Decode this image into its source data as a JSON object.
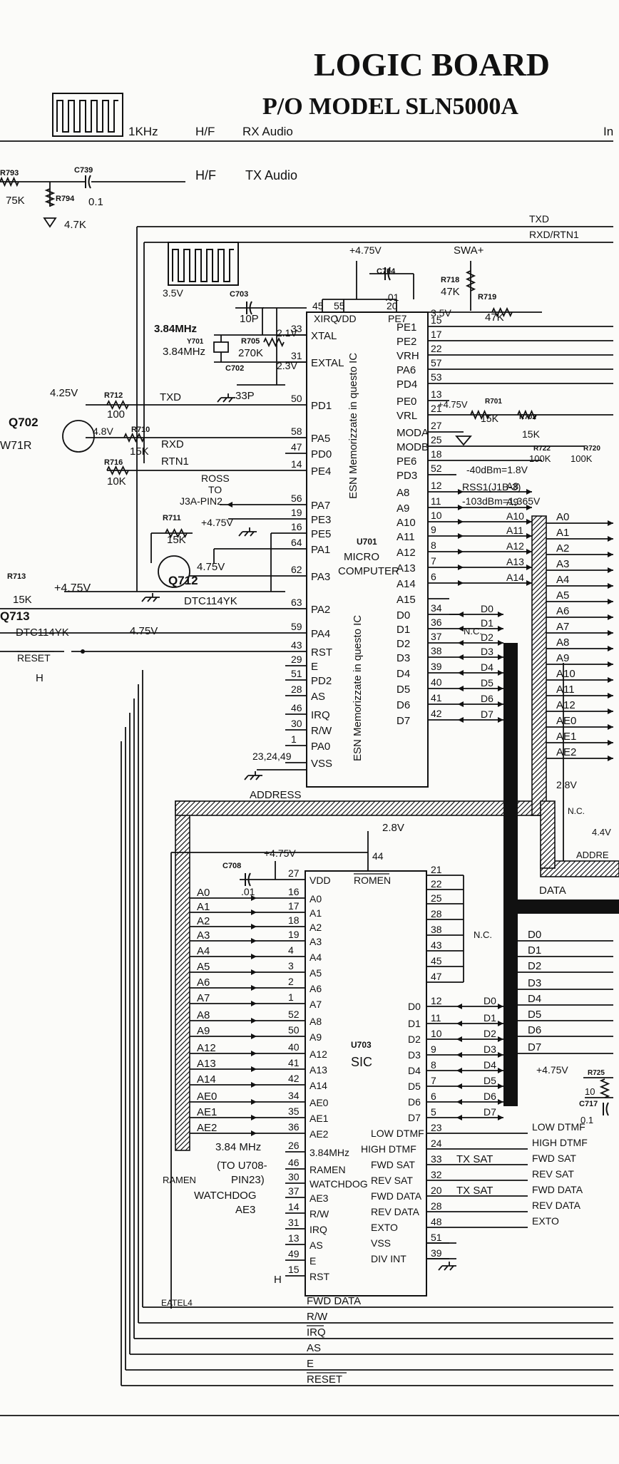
{
  "header": {
    "title": "LOGIC BOARD",
    "subtitle": "P/O MODEL SLN5000A",
    "edge": "In"
  },
  "top": {
    "freq": "1KHz",
    "hf1": "H/F",
    "rx": "RX Audio",
    "hf2": "H/F",
    "tx": "TX Audio",
    "txd": "TXD",
    "rxd": "RXD/RTN1"
  },
  "left": {
    "r793": "R793",
    "r793v": "75K",
    "c739": "C739",
    "c739v": "0.1",
    "r794": "R794",
    "r794v": "4.7K",
    "v425": "4.25V",
    "r712": "R712",
    "r712v": "100",
    "q702": "Q702",
    "q702t": "W71R",
    "v48": "4.8V",
    "r710": "R710",
    "r710v": "15K",
    "r716": "R716",
    "r716v": "10K",
    "r713": "R713",
    "r713v": "15K",
    "v475": "+4.75V",
    "q713": "Q713",
    "q713t": "DTC114YK",
    "q713v": "4.75V",
    "reset": "RESET",
    "h": "H"
  },
  "osc": {
    "v35": "3.5V",
    "c703": "C703",
    "c703v": "10P",
    "xtal1": "3.84MHz",
    "y701": "Y701",
    "xtal2": "3.84MHz",
    "r705": "R705",
    "r705v": "270K",
    "c702": "C702",
    "c702v": "33P",
    "v21": "2.1V",
    "v23": "2.3V"
  },
  "micro": {
    "label": "U701",
    "name1": "MICRO",
    "name2": "COMPUTER",
    "note_top": "ESN Memorizzate in questo IC",
    "note_bot": "ESN Memorizzate in questo IC",
    "supply": "+4.75V",
    "c704": "C704",
    "c704v": ".01",
    "swa": "SWA+",
    "r718": "R718",
    "r718v": "47K",
    "r719": "R719",
    "r719v": "47K",
    "v35b": "3.5V",
    "left_pins": [
      {
        "n": "33",
        "s": "XTAL"
      },
      {
        "n": "31",
        "s": "EXTAL"
      },
      {
        "n": "50",
        "s": "PD1"
      },
      {
        "n": "58",
        "s": "PA5"
      },
      {
        "n": "47",
        "s": "PD0"
      },
      {
        "n": "14",
        "s": "PE4"
      },
      {
        "n": "56",
        "s": "PA7"
      },
      {
        "n": "19",
        "s": "PE3"
      },
      {
        "n": "16",
        "s": "PE5"
      },
      {
        "n": "64",
        "s": "PA1"
      },
      {
        "n": "62",
        "s": "PA3"
      },
      {
        "n": "63",
        "s": "PA2"
      },
      {
        "n": "59",
        "s": "PA4"
      },
      {
        "n": "43",
        "s": "RST"
      },
      {
        "n": "29",
        "s": "E"
      },
      {
        "n": "51",
        "s": "PD2"
      },
      {
        "n": "28",
        "s": "AS"
      },
      {
        "n": "46",
        "s": "IRQ"
      },
      {
        "n": "30",
        "s": "R/W"
      },
      {
        "n": "1",
        "s": "PA0"
      },
      {
        "n": "23,24,49",
        "s": "VSS"
      }
    ],
    "top_pins": [
      {
        "n": "45",
        "s": "XIRQ"
      },
      {
        "n": "55",
        "s": "VDD"
      },
      {
        "n": "20",
        "s": "PE7"
      }
    ],
    "right_pins": [
      {
        "n": "15",
        "s": "PE1"
      },
      {
        "n": "17",
        "s": "PE2"
      },
      {
        "n": "22",
        "s": "VRH"
      },
      {
        "n": "57",
        "s": "PA6"
      },
      {
        "n": "53",
        "s": "PD4"
      },
      {
        "n": "13",
        "s": "PE0"
      },
      {
        "n": "21",
        "s": "VRL"
      },
      {
        "n": "27",
        "s": "MODA"
      },
      {
        "n": "25",
        "s": "MODB"
      },
      {
        "n": "18",
        "s": "PE6"
      },
      {
        "n": "52",
        "s": "PD3"
      },
      {
        "n": "12",
        "s": "A8"
      },
      {
        "n": "11",
        "s": "A9"
      },
      {
        "n": "10",
        "s": "A10"
      },
      {
        "n": "9",
        "s": "A11"
      },
      {
        "n": "8",
        "s": "A12"
      },
      {
        "n": "7",
        "s": "A13"
      },
      {
        "n": "6",
        "s": "A14"
      },
      {
        "n": "",
        "s": "A15"
      },
      {
        "n": "34",
        "s": "D0"
      },
      {
        "n": "36",
        "s": "D1"
      },
      {
        "n": "37",
        "s": "D2"
      },
      {
        "n": "38",
        "s": "D3"
      },
      {
        "n": "39",
        "s": "D4"
      },
      {
        "n": "40",
        "s": "D5"
      },
      {
        "n": "41",
        "s": "D6"
      },
      {
        "n": "42",
        "s": "D7"
      }
    ],
    "pd1_label": "TXD",
    "rxd_label": "RXD",
    "rtn_label": "RTN1",
    "ross": "ROSS",
    "ross_to": "TO",
    "ross_dst": "J3A-PIN2",
    "r711": "R711",
    "r711v": "15K",
    "r711s": "+4.75V",
    "q712": "Q712",
    "q712t": "DTC114YK",
    "q712v": "4.75V",
    "v475r": "+4.75V",
    "r701": "R701",
    "r701v": "15K",
    "r702": "R702",
    "r702v": "15K",
    "r722": "R722",
    "r722v": "100K",
    "r720": "R720",
    "r720v": "100K",
    "dbm1": "-40dBm=1.8V",
    "rss": "RSS1(J1B-3)",
    "dbm2": "-103dBm=1,365V",
    "nc": "N.C."
  },
  "bus": {
    "addr_right": [
      "A0",
      "A1",
      "A2",
      "A3",
      "A4",
      "A5",
      "A6",
      "A7",
      "A8",
      "A9",
      "A10",
      "A11",
      "A12",
      "AE0",
      "AE1",
      "AE2"
    ],
    "addr_mid": [
      "A8",
      "A9",
      "A10",
      "A11",
      "A12",
      "A13",
      "A14"
    ],
    "data_mid": [
      "D0",
      "D1",
      "D2",
      "D3",
      "D4",
      "D5",
      "D6",
      "D7"
    ],
    "address": "ADDRESS",
    "address2": "ADDRE",
    "data": "DATA",
    "v28": "2.8V",
    "v28b": "2.8V",
    "v44": "4.4V",
    "nc2": "N.C."
  },
  "sic": {
    "label": "U703",
    "name": "SIC",
    "supply": "+4.75V",
    "c708": "C708",
    "c708v": ".01",
    "left_pins": [
      {
        "n": "27",
        "s": "VDD",
        "w": ""
      },
      {
        "n": "16",
        "s": "A0",
        "w": "A0"
      },
      {
        "n": "17",
        "s": "A1",
        "w": "A1"
      },
      {
        "n": "18",
        "s": "A2",
        "w": "A2"
      },
      {
        "n": "19",
        "s": "A3",
        "w": "A3"
      },
      {
        "n": "4",
        "s": "A4",
        "w": "A4"
      },
      {
        "n": "3",
        "s": "A5",
        "w": "A5"
      },
      {
        "n": "2",
        "s": "A6",
        "w": "A6"
      },
      {
        "n": "1",
        "s": "A7",
        "w": "A7"
      },
      {
        "n": "52",
        "s": "A8",
        "w": "A8"
      },
      {
        "n": "50",
        "s": "A9",
        "w": "A9"
      },
      {
        "n": "40",
        "s": "A12",
        "w": "A12"
      },
      {
        "n": "41",
        "s": "A13",
        "w": "A13"
      },
      {
        "n": "42",
        "s": "A14",
        "w": "A14"
      },
      {
        "n": "34",
        "s": "AE0",
        "w": "AE0"
      },
      {
        "n": "35",
        "s": "AE1",
        "w": "AE1"
      },
      {
        "n": "36",
        "s": "AE2",
        "w": "AE2"
      },
      {
        "n": "26",
        "s": "3.84MHz",
        "w": ""
      },
      {
        "n": "46",
        "s": "RAMEN",
        "w": ""
      },
      {
        "n": "30",
        "s": "WATCHDOG",
        "w": ""
      },
      {
        "n": "37",
        "s": "AE3",
        "w": ""
      },
      {
        "n": "14",
        "s": "R/W",
        "w": ""
      },
      {
        "n": "31",
        "s": "IRQ",
        "w": ""
      },
      {
        "n": "13",
        "s": "AS",
        "w": ""
      },
      {
        "n": "49",
        "s": "E",
        "w": ""
      },
      {
        "n": "15",
        "s": "RST",
        "w": ""
      }
    ],
    "top_pin": {
      "n": "44",
      "s": "ROMEN"
    },
    "right_nc": [
      "21",
      "22",
      "25",
      "28",
      "38",
      "43",
      "45",
      "47"
    ],
    "right_data": [
      {
        "n": "12",
        "s": "D0",
        "w": "D0"
      },
      {
        "n": "11",
        "s": "D1",
        "w": "D1"
      },
      {
        "n": "10",
        "s": "D2",
        "w": "D2"
      },
      {
        "n": "9",
        "s": "D3",
        "w": "D3"
      },
      {
        "n": "8",
        "s": "D4",
        "w": "D4"
      },
      {
        "n": "7",
        "s": "D5",
        "w": "D5"
      },
      {
        "n": "6",
        "s": "D6",
        "w": "D6"
      },
      {
        "n": "5",
        "s": "D7",
        "w": "D7"
      }
    ],
    "right_sig": [
      {
        "n": "23",
        "s": "LOW DTMF",
        "w": ""
      },
      {
        "n": "24",
        "s": "HIGH DTMF",
        "w": ""
      },
      {
        "n": "33",
        "s": "FWD SAT",
        "w": "TX SAT"
      },
      {
        "n": "32",
        "s": "REV SAT",
        "w": ""
      },
      {
        "n": "20",
        "s": "FWD DATA",
        "w": "TX SAT"
      },
      {
        "n": "28",
        "s": "REV DATA",
        "w": ""
      },
      {
        "n": "48",
        "s": "EXTO",
        "w": ""
      },
      {
        "n": "51",
        "s": "VSS",
        "w": ""
      },
      {
        "n": "39",
        "s": "DIV INT",
        "w": ""
      }
    ],
    "left_notes": [
      "3.84 MHz",
      "(TO U708-",
      "PIN23)",
      "RAMEN",
      "WATCHDOG",
      "AE3"
    ],
    "ramen_bus": "RAMEN",
    "h2": "H",
    "eatel": "EATEL4"
  },
  "right_edge": {
    "data_labels": [
      "D0",
      "D1",
      "D2",
      "D3",
      "D4",
      "D5",
      "D6",
      "D7"
    ],
    "v475": "+4.75V",
    "r725": "R725",
    "r725v": "10",
    "c717": "C717",
    "c717v": "0.1",
    "signals": [
      "LOW DTMF",
      "HIGH DTMF",
      "FWD SAT",
      "REV SAT",
      "FWD DATA",
      "REV DATA",
      "EXTO"
    ]
  },
  "bottom": {
    "rails": [
      "FWD DATA",
      "R/W",
      "IRQ",
      "AS",
      "E",
      "RESET"
    ]
  }
}
